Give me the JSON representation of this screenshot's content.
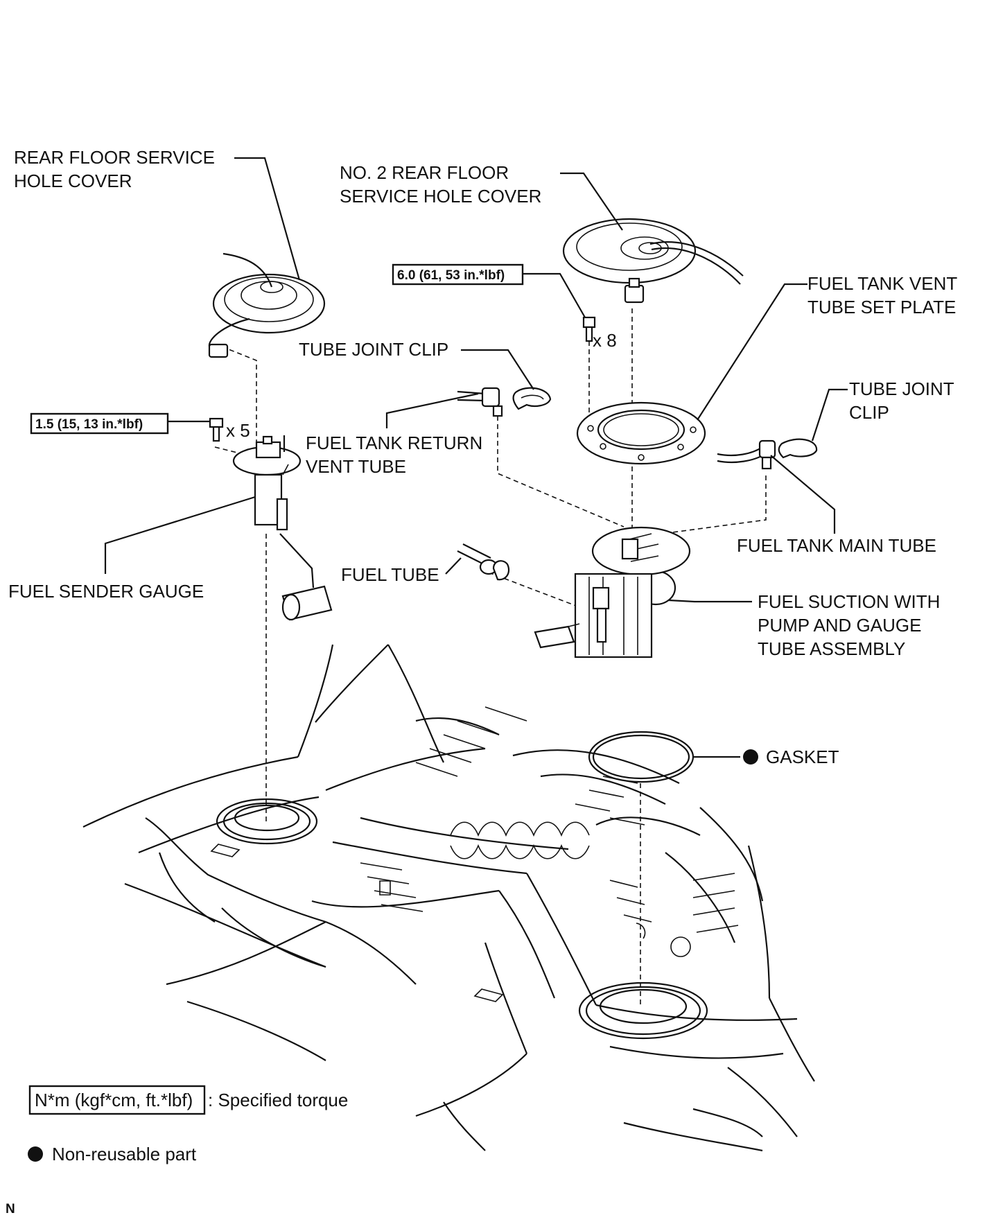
{
  "labels": {
    "rear_floor_cover_1": "REAR FLOOR SERVICE",
    "rear_floor_cover_2": "HOLE COVER",
    "no2_cover_1": "NO. 2 REAR FLOOR",
    "no2_cover_2": "SERVICE HOLE COVER",
    "vent_plate_1": "FUEL TANK VENT",
    "vent_plate_2": "TUBE SET PLATE",
    "tube_joint_clip_left": "TUBE JOINT CLIP",
    "tube_joint_clip_right_1": "TUBE JOINT",
    "tube_joint_clip_right_2": "CLIP",
    "return_vent_1": "FUEL TANK RETURN",
    "return_vent_2": "VENT TUBE",
    "main_tube": "FUEL TANK MAIN TUBE",
    "sender_gauge": "FUEL SENDER GAUGE",
    "fuel_tube": "FUEL TUBE",
    "suction_1": "FUEL SUCTION WITH",
    "suction_2": "PUMP AND GAUGE",
    "suction_3": "TUBE ASSEMBLY",
    "gasket": "GASKET"
  },
  "torque": {
    "left": "1.5 (15, 13 in.*lbf)",
    "right": "6.0 (61, 53 in.*lbf)"
  },
  "quantities": {
    "left_bolts": "x 5",
    "right_bolts": "x 8"
  },
  "legend": {
    "torque_units": "N*m (kgf*cm, ft.*lbf)",
    "torque_desc": ": Specified torque",
    "nonreusable_desc": "Non-reusable part"
  },
  "corner_mark": "N"
}
